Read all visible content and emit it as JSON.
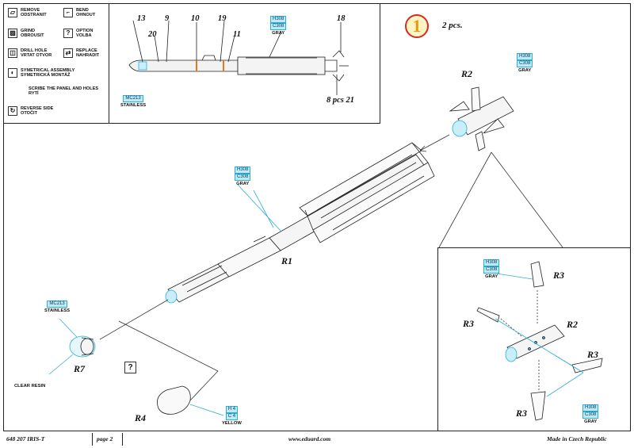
{
  "legend": [
    {
      "icon": "eraser-icon",
      "glyph": "▱",
      "lines": [
        "REMOVE",
        "ODSTRANIT"
      ]
    },
    {
      "icon": "grind-icon",
      "glyph": "▨",
      "lines": [
        "GRIND",
        "OBROUSIT"
      ]
    },
    {
      "icon": "drill-icon",
      "glyph": "◫",
      "lines": [
        "DRILL HOLE",
        "VRTAT OTVOR"
      ]
    },
    {
      "icon": "symmetry-icon",
      "glyph": "◐",
      "lines": [
        "SYMETRICAL ASSEMBLY",
        "SYMETRICKÁ MONTÁŽ"
      ]
    },
    {
      "icon": "",
      "glyph": "",
      "lines": [
        "SCRIBE THE PANEL AND HOLES",
        "RYTÍ"
      ]
    },
    {
      "icon": "reverse-icon",
      "glyph": "↻",
      "lines": [
        "REVERSE SIDE",
        "OTOČIT"
      ]
    },
    {
      "icon": "bend-icon",
      "glyph": "⌐",
      "lines": [
        "BEND",
        "OHNOUT"
      ]
    },
    {
      "icon": "question-icon",
      "glyph": "?",
      "lines": [
        "OPTION",
        "VOLBA"
      ]
    },
    {
      "icon": "replace-icon",
      "glyph": "⇄",
      "lines": [
        "REPLACE",
        "NAHRADIT"
      ]
    }
  ],
  "inset": {
    "part_numbers": [
      "13",
      "9",
      "10",
      "19",
      "11",
      "18",
      "20"
    ],
    "color_codes": [
      "H308",
      "C308"
    ],
    "color_name": "GRAY",
    "metal_code": "MC213",
    "metal_name": "STAINLESS",
    "count_label": "8 pcs 21"
  },
  "step": {
    "number": "1",
    "quantity": "2 pcs."
  },
  "main": {
    "r2_label": "R2",
    "r1_label": "R1",
    "r7_label": "R7",
    "r4_label": "R4",
    "r2_colors": [
      "H308",
      "C308"
    ],
    "r2_color_name": "GRAY",
    "r1_colors": [
      "H308",
      "C308"
    ],
    "r1_color_name": "GRAY",
    "r7_code": "MC213",
    "r7_name": "STAINLESS",
    "r7_note": "CLEAR RESIN",
    "r4_colors": [
      "H 4",
      "C 4"
    ],
    "r4_color_name": "YELLOW",
    "option_glyph": "?"
  },
  "zoom": {
    "r2_label": "R2",
    "r3_label": "R3",
    "top_colors": [
      "H308",
      "C308"
    ],
    "top_color_name": "GRAY",
    "bottom_colors": [
      "H308",
      "C308"
    ],
    "bottom_color_name": "GRAY"
  },
  "footer": {
    "product": "648 207 IRIS-T",
    "page": "page 2",
    "site": "www.eduard.com",
    "origin": "Made in Czech Republic"
  },
  "colors": {
    "callout_fill": "#bfe9f7",
    "callout_border": "#2ab0d8",
    "step_ring": "#d12e1f",
    "step_digit": "#e79a10"
  }
}
